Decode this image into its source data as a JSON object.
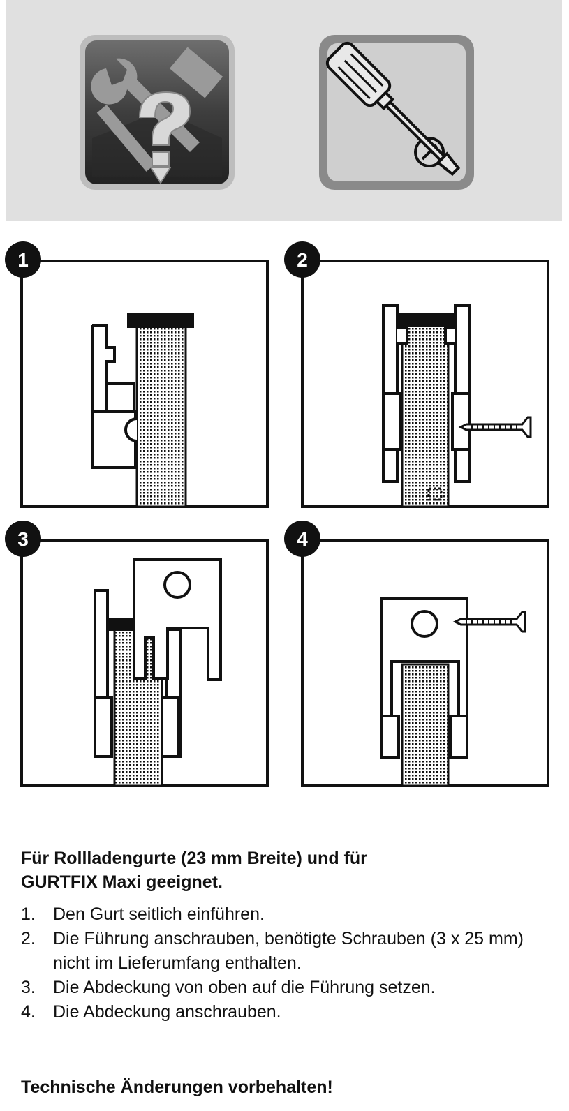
{
  "header": {
    "tool_icon": "tools-help-icon",
    "screw_icon": "screwdriver-screws-icon",
    "band_color": "#e0e0e0"
  },
  "steps_figure": {
    "panels": [
      {
        "number": "1"
      },
      {
        "number": "2"
      },
      {
        "number": "3"
      },
      {
        "number": "4"
      }
    ]
  },
  "instructions": {
    "headline_line1": "Für Rollladengurte (23 mm Breite) und für",
    "headline_line2": "GURTFIX Maxi geeignet.",
    "steps": [
      {
        "num": "1.",
        "text": "Den Gurt seitlich einführen."
      },
      {
        "num": "2.",
        "text": "Die Führung anschrauben, benötigte Schrauben (3 x 25 mm) nicht im Lieferumfang enthalten."
      },
      {
        "num": "3.",
        "text": "Die Abdeckung von oben auf die Führung setzen."
      },
      {
        "num": "4.",
        "text": "Die Abdeckung anschrauben."
      }
    ],
    "disclaimer": "Technische Änderungen vorbehalten!"
  }
}
